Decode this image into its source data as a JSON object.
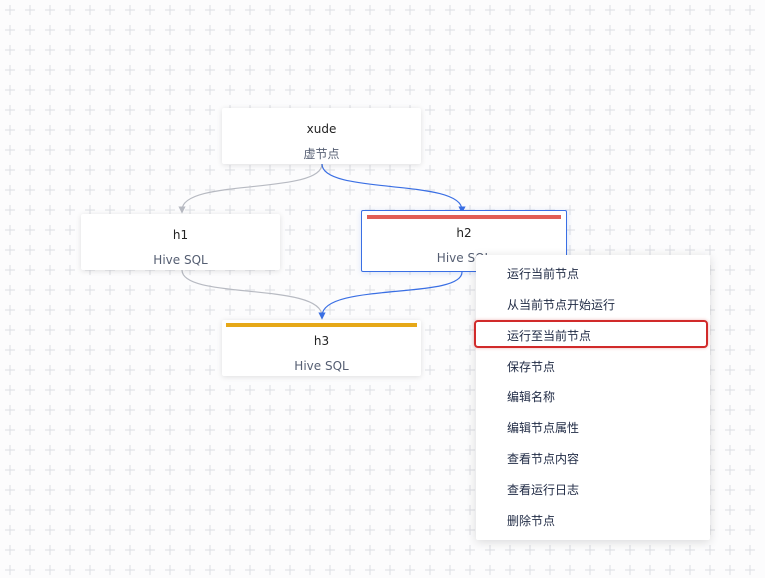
{
  "colors": {
    "status_running": "#e15f55",
    "status_warning": "#e6a817",
    "edge_default": "#b7bac2",
    "edge_active": "#3a6fe4",
    "menu_highlight": "#d12a2a",
    "grid": "#dcdee3"
  },
  "icons": {
    "grid_mark": "plus-icon"
  },
  "nodes": {
    "xude": {
      "name": "xude",
      "type": "虚节点"
    },
    "h1": {
      "name": "h1",
      "type": "Hive SQL"
    },
    "h2": {
      "name": "h2",
      "type": "Hive SQL"
    },
    "h3": {
      "name": "h3",
      "type": "Hive SQL"
    }
  },
  "context_menu": {
    "items": [
      {
        "label": "运行当前节点"
      },
      {
        "label": "从当前节点开始运行"
      },
      {
        "label": "运行至当前节点",
        "highlighted": true
      },
      {
        "label": "保存节点"
      },
      {
        "label": "编辑名称"
      },
      {
        "label": "编辑节点属性"
      },
      {
        "label": "查看节点内容"
      },
      {
        "label": "查看运行日志"
      },
      {
        "label": "删除节点"
      }
    ]
  }
}
